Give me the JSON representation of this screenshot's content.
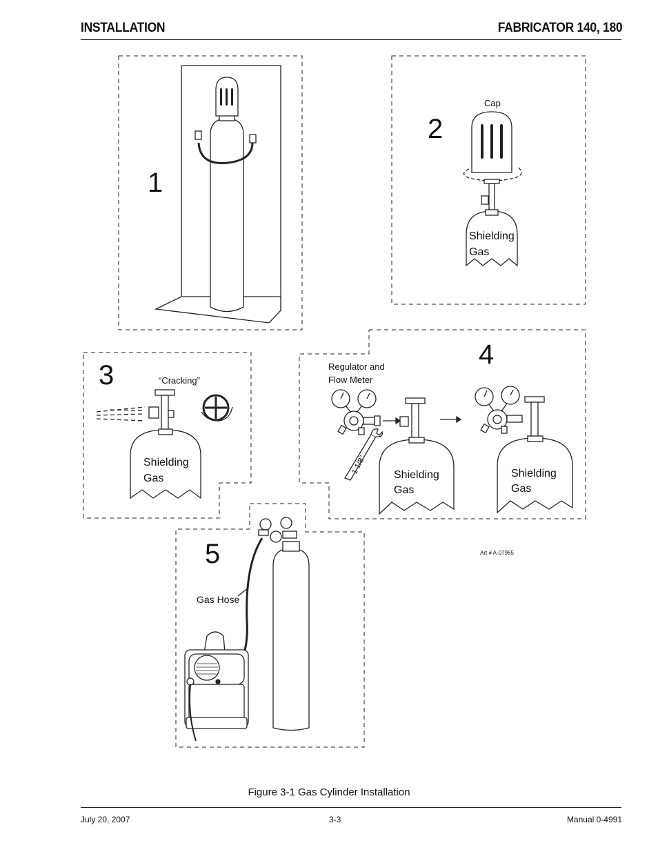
{
  "header": {
    "section_title": "INSTALLATION",
    "product_title": "FABRICATOR 140, 180"
  },
  "figure": {
    "step_numbers": [
      "1",
      "2",
      "3",
      "4",
      "5"
    ],
    "labels": {
      "cap": "Cap",
      "shielding": "Shielding",
      "gas": "Gas",
      "cracking": "“Cracking”",
      "regulator_line1": "Regulator and",
      "regulator_line2": "Flow Meter",
      "wrench_size": "1 1/8\"",
      "gas_hose": "Gas Hose",
      "art_number": "Art # A-07965"
    },
    "caption": "Figure 3-1 Gas Cylinder Installation"
  },
  "footer": {
    "date": "July 20, 2007",
    "page": "3-3",
    "manual": "Manual 0-4991"
  }
}
